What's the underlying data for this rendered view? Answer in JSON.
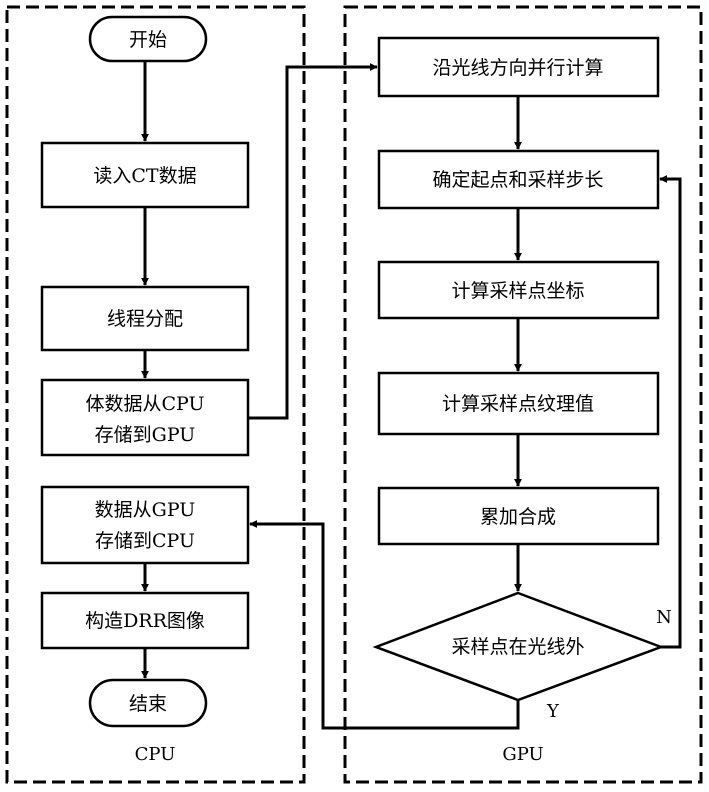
{
  "cpu": {
    "label": "CPU",
    "start": "开始",
    "read_ct": "读入CT数据",
    "thread_alloc": "线程分配",
    "to_gpu_line1": "体数据从CPU",
    "to_gpu_line2": "存储到GPU",
    "from_gpu_line1": "数据从GPU",
    "from_gpu_line2": "存储到CPU",
    "build_drr": "构造DRR图像",
    "end": "结束"
  },
  "gpu": {
    "label": "GPU",
    "parallel": "沿光线方向并行计算",
    "start_step": "确定起点和采样步长",
    "coords": "计算采样点坐标",
    "texture": "计算采样点纹理值",
    "accumulate": "累加合成",
    "decision": "采样点在光线外",
    "yes": "Y",
    "no": "N"
  }
}
